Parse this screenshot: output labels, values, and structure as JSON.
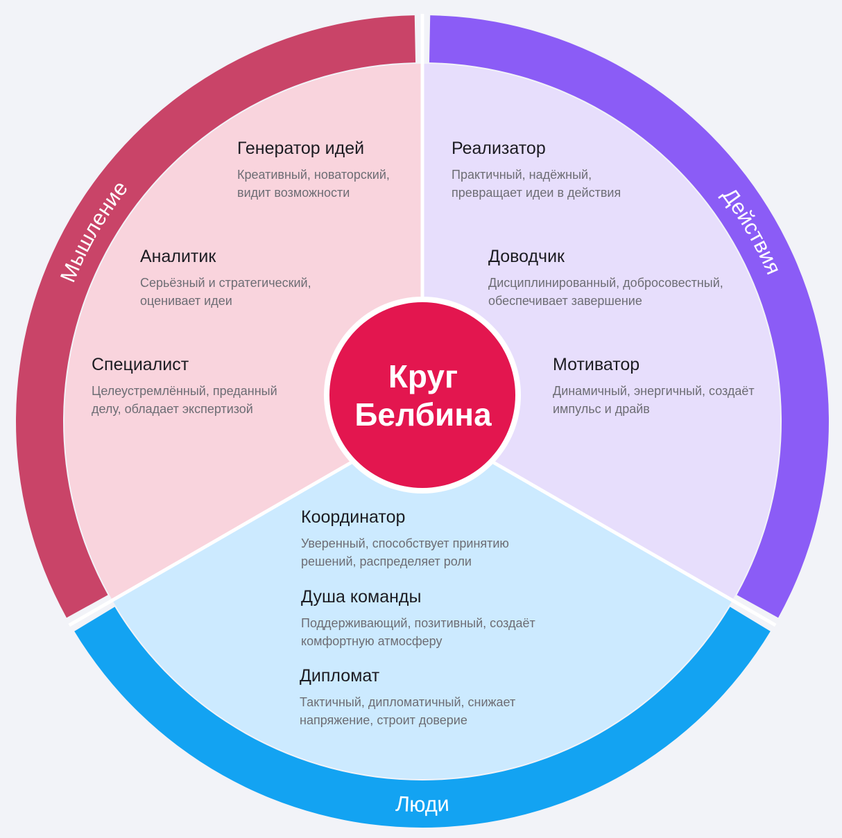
{
  "center": {
    "title_line1": "Круг",
    "title_line2": "Белбина"
  },
  "groups": {
    "thinking": {
      "label": "Мышление"
    },
    "action": {
      "label": "Действия"
    },
    "people": {
      "label": "Люди"
    }
  },
  "roles": [
    {
      "title": "Генератор идей",
      "desc_line1": "Креативный, новаторский,",
      "desc_line2": "видит возможности"
    },
    {
      "title": "Аналитик",
      "desc_line1": "Серьёзный и стратегический,",
      "desc_line2": "оценивает идеи"
    },
    {
      "title": "Специалист",
      "desc_line1": "Целеустремлённый, преданный",
      "desc_line2": "делу, обладает экспертизой"
    },
    {
      "title": "Реализатор",
      "desc_line1": "Практичный, надёжный,",
      "desc_line2": "превращает идеи в действия"
    },
    {
      "title": "Доводчик",
      "desc_line1": "Дисциплинированный, добросовестный,",
      "desc_line2": "обеспечивает завершение"
    },
    {
      "title": "Мотиватор",
      "desc_line1": "Динамичный, энергичный, создаёт",
      "desc_line2": "импульс и драйв"
    },
    {
      "title": "Координатор",
      "desc_line1": "Уверенный, способствует принятию",
      "desc_line2": "решений, распределяет роли"
    },
    {
      "title": "Душа команды",
      "desc_line1": "Поддерживающий, позитивный, создаёт",
      "desc_line2": "комфортную атмосферу"
    },
    {
      "title": "Дипломат",
      "desc_line1": "Тактичный, дипломатичный, снижает",
      "desc_line2": "напряжение, строит доверие"
    }
  ],
  "colors": {
    "thinking_ring": "#c94468",
    "thinking_fill": "#f9d4dd",
    "action_ring": "#8b5cf6",
    "action_fill": "#e7defc",
    "people_ring": "#13a3f2",
    "people_fill": "#cceaff",
    "center": "#e3164f",
    "background": "#f2f3f8"
  }
}
